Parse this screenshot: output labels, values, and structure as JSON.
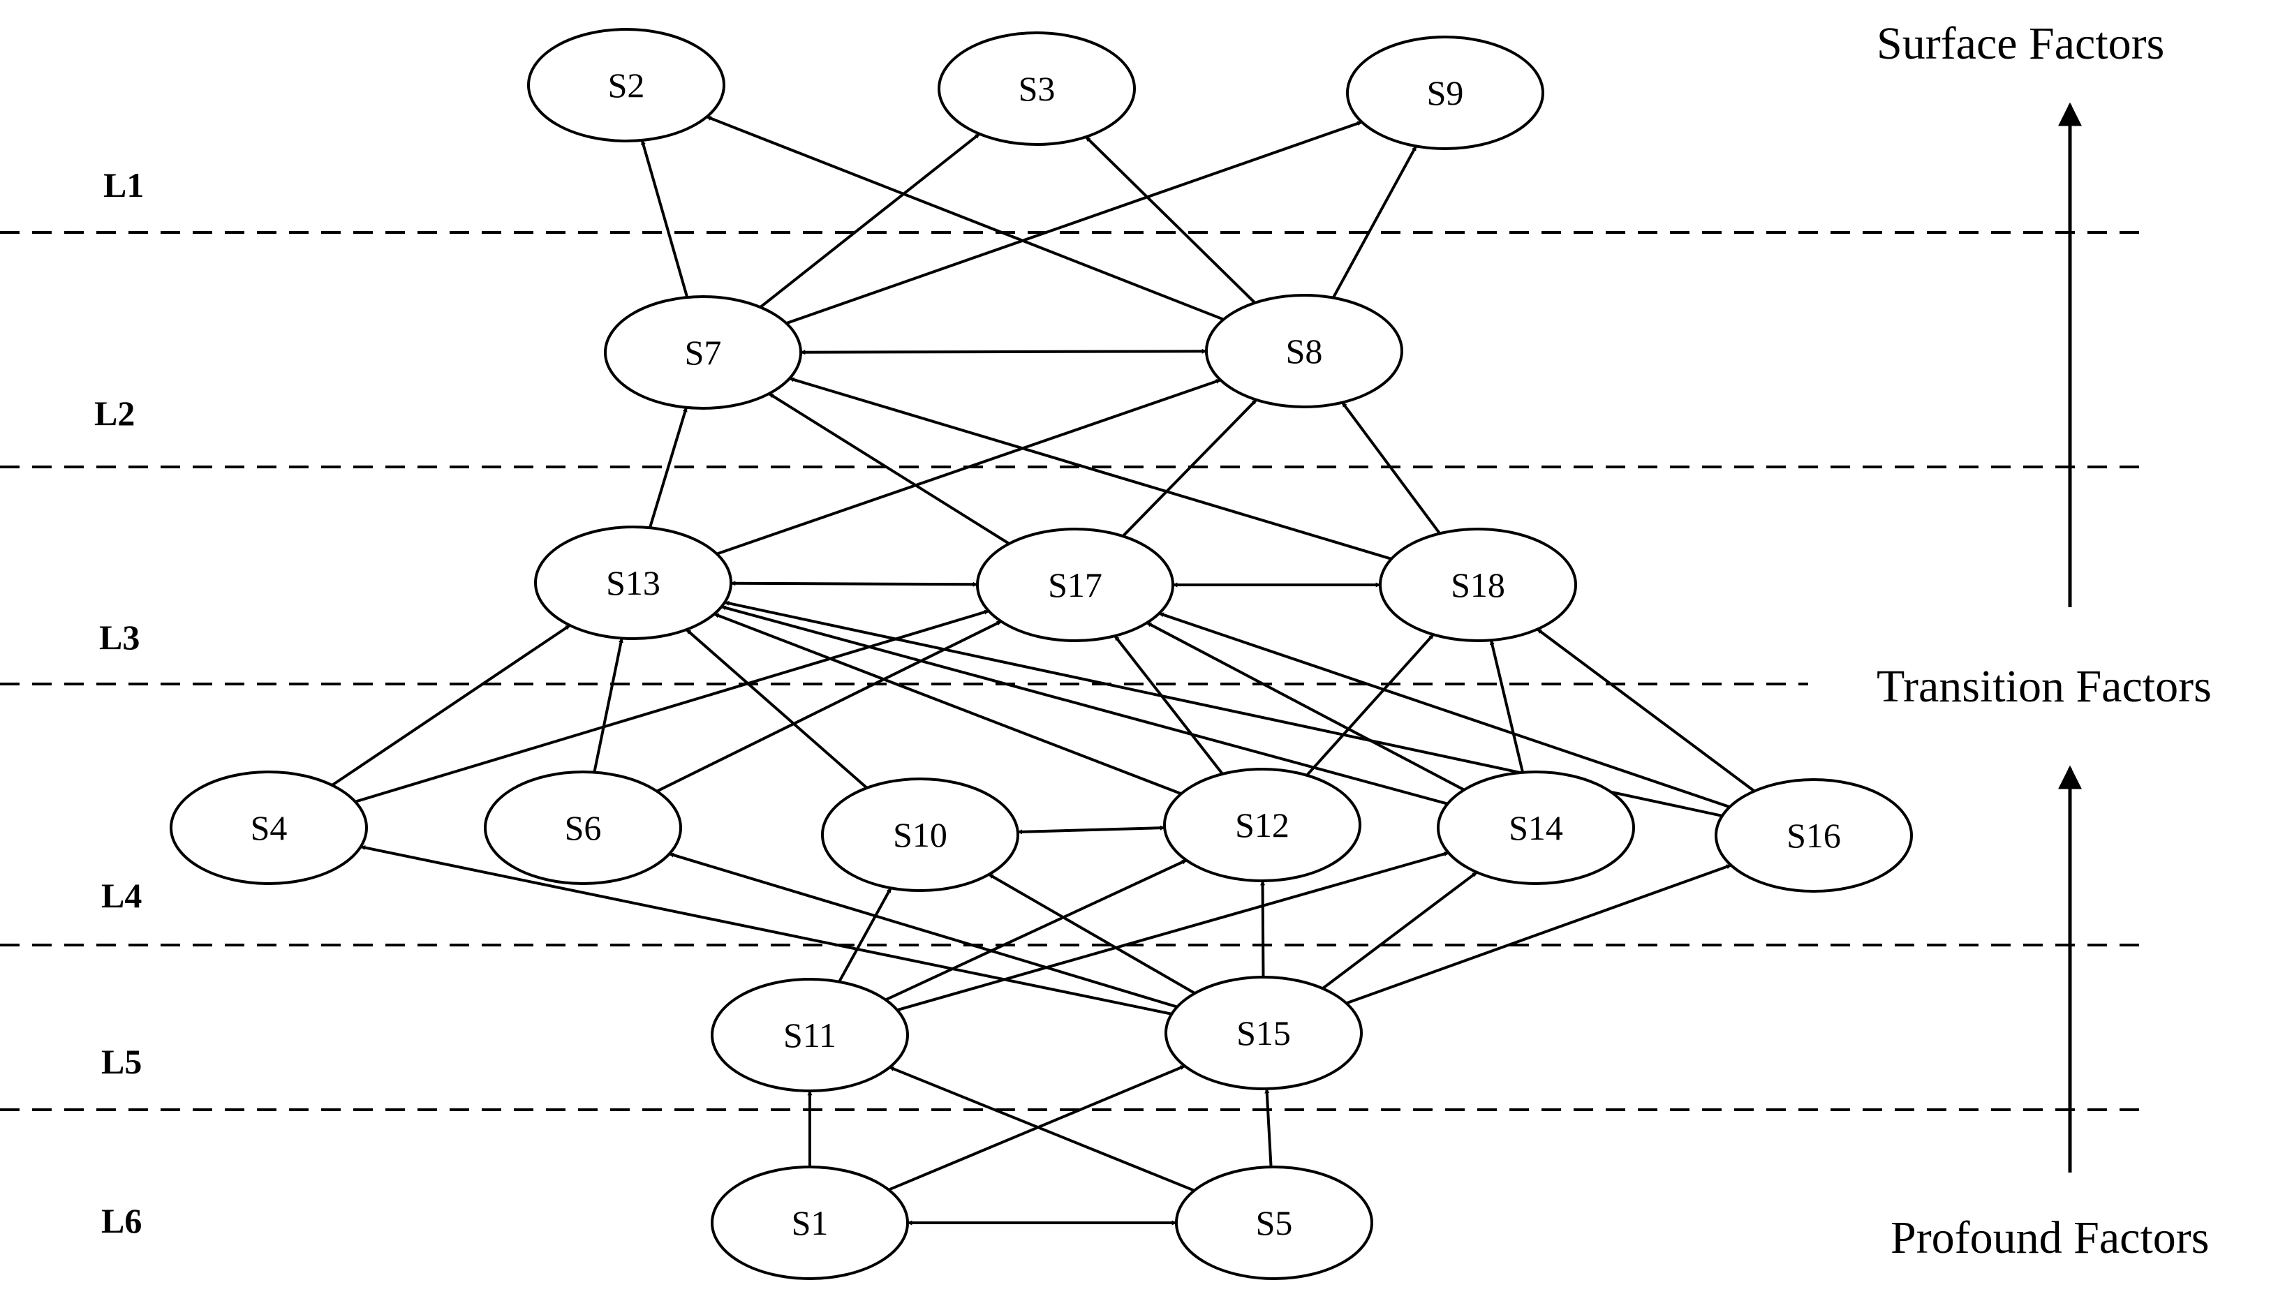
{
  "levels": [
    "L1",
    "L2",
    "L3",
    "L4",
    "L5",
    "L6"
  ],
  "side_labels": {
    "surface": "Surface Factors",
    "transition": "Transition Factors",
    "profound": "Profound Factors"
  },
  "nodes": [
    {
      "id": "S2",
      "label": "S2"
    },
    {
      "id": "S3",
      "label": "S3"
    },
    {
      "id": "S9",
      "label": "S9"
    },
    {
      "id": "S7",
      "label": "S7"
    },
    {
      "id": "S8",
      "label": "S8"
    },
    {
      "id": "S13",
      "label": "S13"
    },
    {
      "id": "S17",
      "label": "S17"
    },
    {
      "id": "S18",
      "label": "S18"
    },
    {
      "id": "S4",
      "label": "S4"
    },
    {
      "id": "S6",
      "label": "S6"
    },
    {
      "id": "S10",
      "label": "S10"
    },
    {
      "id": "S12",
      "label": "S12"
    },
    {
      "id": "S14",
      "label": "S14"
    },
    {
      "id": "S16",
      "label": "S16"
    },
    {
      "id": "S11",
      "label": "S11"
    },
    {
      "id": "S15",
      "label": "S15"
    },
    {
      "id": "S1",
      "label": "S1"
    },
    {
      "id": "S5",
      "label": "S5"
    }
  ],
  "edges": [
    {
      "from": "S7",
      "to": "S2",
      "bidirectional": false
    },
    {
      "from": "S7",
      "to": "S3",
      "bidirectional": false
    },
    {
      "from": "S7",
      "to": "S9",
      "bidirectional": false
    },
    {
      "from": "S8",
      "to": "S2",
      "bidirectional": false
    },
    {
      "from": "S8",
      "to": "S3",
      "bidirectional": false
    },
    {
      "from": "S8",
      "to": "S9",
      "bidirectional": false
    },
    {
      "from": "S7",
      "to": "S8",
      "bidirectional": true
    },
    {
      "from": "S13",
      "to": "S7",
      "bidirectional": false
    },
    {
      "from": "S13",
      "to": "S8",
      "bidirectional": false
    },
    {
      "from": "S17",
      "to": "S7",
      "bidirectional": false
    },
    {
      "from": "S17",
      "to": "S8",
      "bidirectional": false
    },
    {
      "from": "S18",
      "to": "S7",
      "bidirectional": false
    },
    {
      "from": "S18",
      "to": "S8",
      "bidirectional": false
    },
    {
      "from": "S13",
      "to": "S17",
      "bidirectional": true
    },
    {
      "from": "S17",
      "to": "S18",
      "bidirectional": true
    },
    {
      "from": "S4",
      "to": "S13",
      "bidirectional": false
    },
    {
      "from": "S4",
      "to": "S17",
      "bidirectional": false
    },
    {
      "from": "S6",
      "to": "S13",
      "bidirectional": false
    },
    {
      "from": "S6",
      "to": "S17",
      "bidirectional": false
    },
    {
      "from": "S10",
      "to": "S13",
      "bidirectional": false
    },
    {
      "from": "S12",
      "to": "S13",
      "bidirectional": false
    },
    {
      "from": "S12",
      "to": "S17",
      "bidirectional": false
    },
    {
      "from": "S12",
      "to": "S18",
      "bidirectional": false
    },
    {
      "from": "S14",
      "to": "S13",
      "bidirectional": false
    },
    {
      "from": "S14",
      "to": "S17",
      "bidirectional": false
    },
    {
      "from": "S14",
      "to": "S18",
      "bidirectional": false
    },
    {
      "from": "S16",
      "to": "S13",
      "bidirectional": false
    },
    {
      "from": "S16",
      "to": "S17",
      "bidirectional": false
    },
    {
      "from": "S16",
      "to": "S18",
      "bidirectional": false
    },
    {
      "from": "S10",
      "to": "S12",
      "bidirectional": true
    },
    {
      "from": "S11",
      "to": "S10",
      "bidirectional": false
    },
    {
      "from": "S11",
      "to": "S12",
      "bidirectional": false
    },
    {
      "from": "S11",
      "to": "S14",
      "bidirectional": false
    },
    {
      "from": "S15",
      "to": "S4",
      "bidirectional": false
    },
    {
      "from": "S15",
      "to": "S6",
      "bidirectional": false
    },
    {
      "from": "S15",
      "to": "S10",
      "bidirectional": false
    },
    {
      "from": "S15",
      "to": "S12",
      "bidirectional": false
    },
    {
      "from": "S15",
      "to": "S14",
      "bidirectional": false
    },
    {
      "from": "S15",
      "to": "S16",
      "bidirectional": false
    },
    {
      "from": "S1",
      "to": "S11",
      "bidirectional": false
    },
    {
      "from": "S1",
      "to": "S15",
      "bidirectional": false
    },
    {
      "from": "S5",
      "to": "S11",
      "bidirectional": false
    },
    {
      "from": "S5",
      "to": "S15",
      "bidirectional": false
    },
    {
      "from": "S1",
      "to": "S5",
      "bidirectional": true
    }
  ]
}
